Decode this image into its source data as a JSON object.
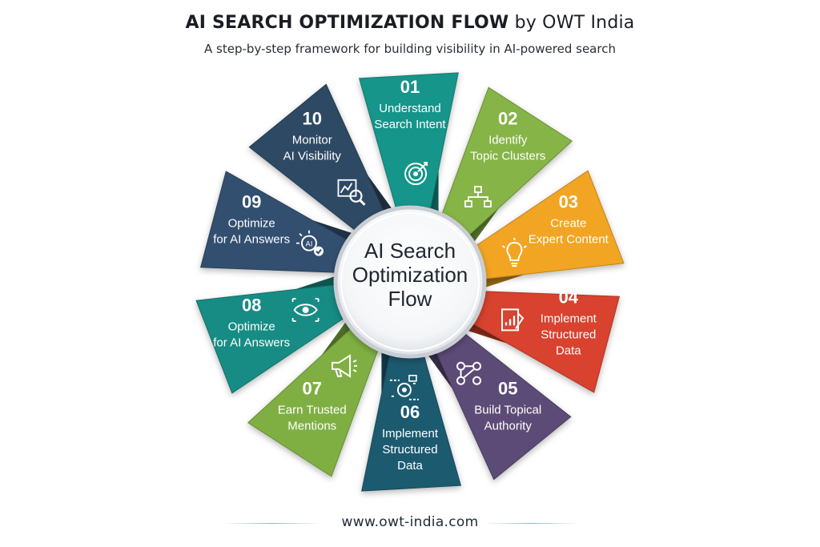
{
  "header": {
    "title_strong": "AI SEARCH OPTIMIZATION FLOW",
    "title_rest": "by OWT India",
    "subtitle": "A step-by-step framework for building visibility in AI-powered search"
  },
  "center": {
    "lines": [
      "AI Search",
      "Optimization",
      "Flow"
    ]
  },
  "steps": [
    {
      "number": "01",
      "lines": [
        "Understand",
        "Search Intent"
      ],
      "icon": "target-icon",
      "color": "#16958a"
    },
    {
      "number": "02",
      "lines": [
        "Identify",
        "Topic Clusters"
      ],
      "icon": "cluster-network-icon",
      "color": "#86b446"
    },
    {
      "number": "03",
      "lines": [
        "Create",
        "Expert Content"
      ],
      "icon": "lightbulb-icon",
      "color": "#f1a523"
    },
    {
      "number": "04",
      "lines": [
        "Implement",
        "Structured",
        "Data"
      ],
      "icon": "document-chart-icon",
      "color": "#d8432d"
    },
    {
      "number": "05",
      "lines": [
        "Build Topical",
        "Authority"
      ],
      "icon": "connected-nodes-icon",
      "color": "#5b4c76"
    },
    {
      "number": "06",
      "lines": [
        "Implement",
        "Structured",
        "Data"
      ],
      "icon": "process-gear-icon",
      "color": "#1f5a70"
    },
    {
      "number": "07",
      "lines": [
        "Earn Trusted",
        "Mentions"
      ],
      "icon": "megaphone-icon",
      "color": "#7faf43"
    },
    {
      "number": "08",
      "lines": [
        "Optimize",
        "for AI Answers"
      ],
      "icon": "eye-scan-icon",
      "color": "#168c84"
    },
    {
      "number": "09",
      "lines": [
        "Optimize",
        "for AI Answers"
      ],
      "icon": "ai-chip-check-icon",
      "color": "#33506f"
    },
    {
      "number": "10",
      "lines": [
        "Monitor",
        "AI Visibility"
      ],
      "icon": "analytics-magnifier-icon",
      "color": "#2f4a64"
    }
  ],
  "footer": {
    "url": "www.owt-india.com"
  }
}
